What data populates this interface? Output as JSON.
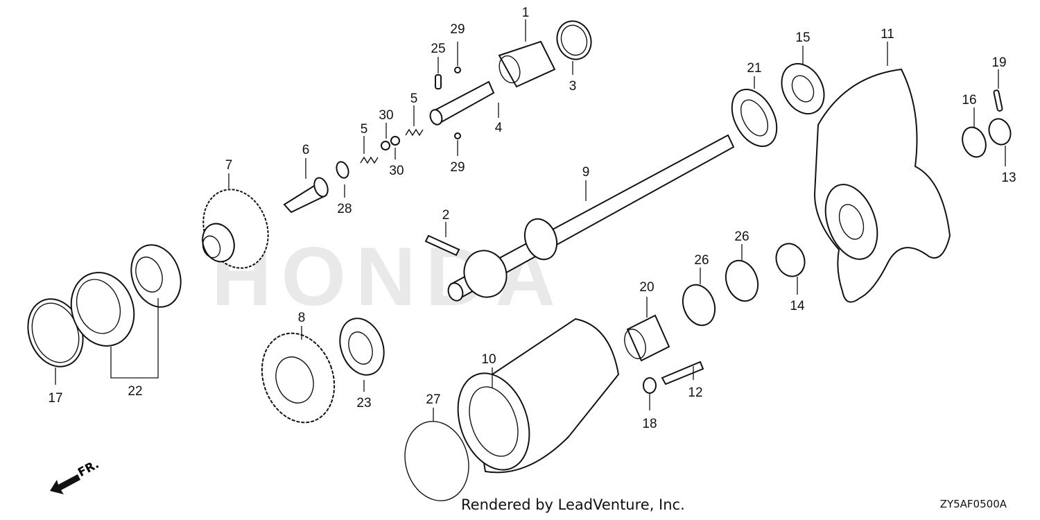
{
  "diagram": {
    "callouts": [
      {
        "id": "c1",
        "label": "1"
      },
      {
        "id": "c2",
        "label": "2"
      },
      {
        "id": "c3",
        "label": "3"
      },
      {
        "id": "c4",
        "label": "4"
      },
      {
        "id": "c5a",
        "label": "5"
      },
      {
        "id": "c5b",
        "label": "5"
      },
      {
        "id": "c6",
        "label": "6"
      },
      {
        "id": "c7",
        "label": "7"
      },
      {
        "id": "c8",
        "label": "8"
      },
      {
        "id": "c9",
        "label": "9"
      },
      {
        "id": "c10",
        "label": "10"
      },
      {
        "id": "c11",
        "label": "11"
      },
      {
        "id": "c12",
        "label": "12"
      },
      {
        "id": "c13",
        "label": "13"
      },
      {
        "id": "c14",
        "label": "14"
      },
      {
        "id": "c15",
        "label": "15"
      },
      {
        "id": "c16",
        "label": "16"
      },
      {
        "id": "c17",
        "label": "17"
      },
      {
        "id": "c18",
        "label": "18"
      },
      {
        "id": "c19",
        "label": "19"
      },
      {
        "id": "c20",
        "label": "20"
      },
      {
        "id": "c21",
        "label": "21"
      },
      {
        "id": "c22",
        "label": "22"
      },
      {
        "id": "c23",
        "label": "23"
      },
      {
        "id": "c25",
        "label": "25"
      },
      {
        "id": "c26a",
        "label": "26"
      },
      {
        "id": "c26b",
        "label": "26"
      },
      {
        "id": "c27",
        "label": "27"
      },
      {
        "id": "c28",
        "label": "28"
      },
      {
        "id": "c29a",
        "label": "29"
      },
      {
        "id": "c29b",
        "label": "29"
      },
      {
        "id": "c30a",
        "label": "30"
      },
      {
        "id": "c30b",
        "label": "30"
      }
    ],
    "direction_label": "FR.",
    "credit": "Rendered by LeadVenture, Inc.",
    "drawing_code": "ZY5AF0500A",
    "watermark_logo_text": "HONDA"
  }
}
